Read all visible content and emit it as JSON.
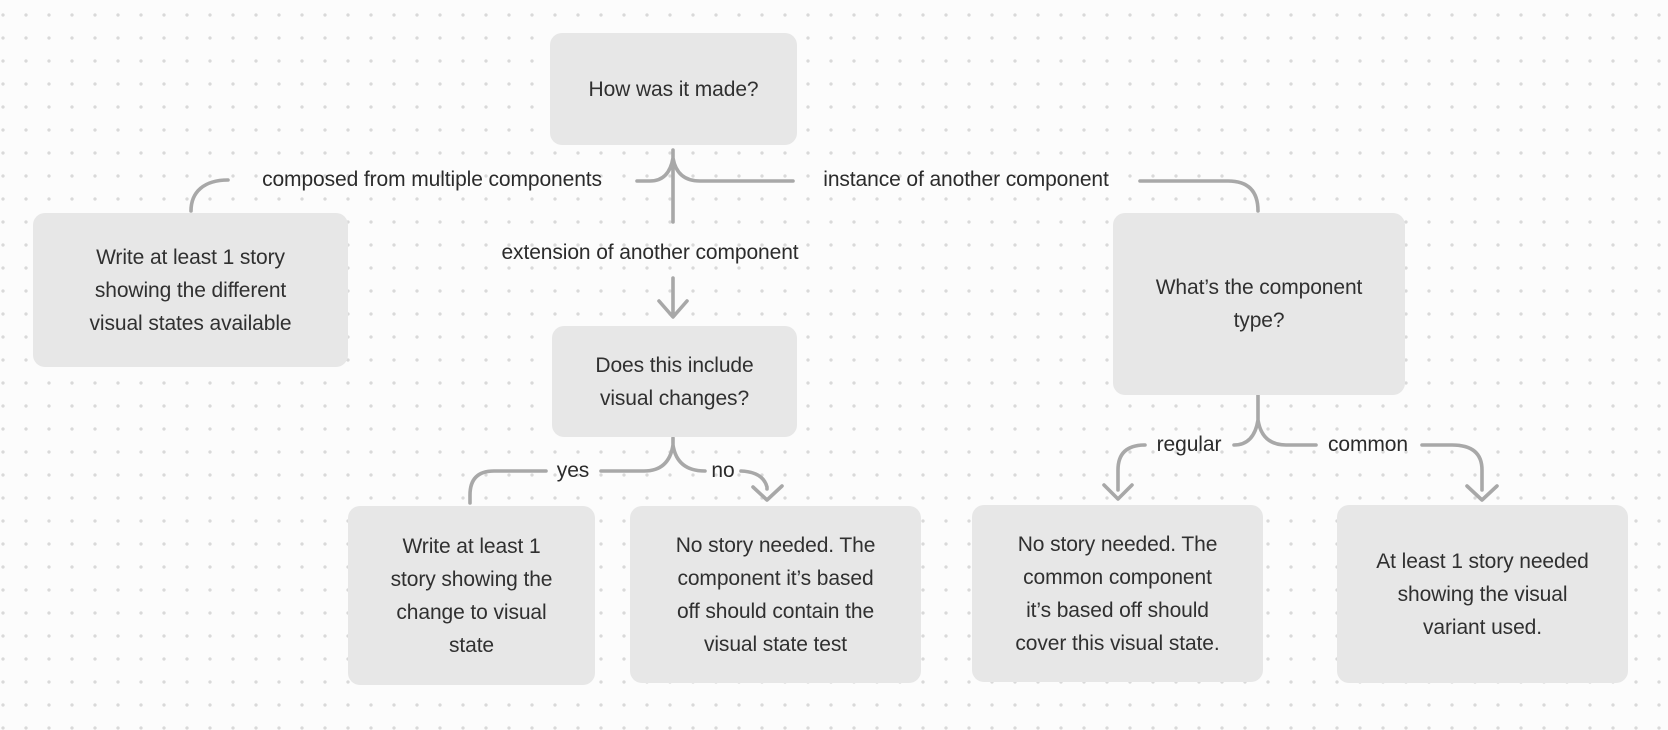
{
  "diagram": {
    "title_node": "How was it made?",
    "colors": {
      "background": "#fcfcfc",
      "dot_grid": "#d9d9d9",
      "node_fill": "#e7e7e7",
      "connector": "#a8a8a8",
      "node_text": "#303030",
      "label_text": "#2b2b2b"
    },
    "nodes": {
      "how_made": {
        "lines": [
          "How was it made?"
        ]
      },
      "visual_states": {
        "lines": [
          "Write at least 1 story",
          "showing the different",
          "visual states available"
        ]
      },
      "visual_changes": {
        "lines": [
          "Does this include",
          "visual changes?"
        ]
      },
      "component_type": {
        "lines": [
          "What’s the component",
          "type?"
        ]
      },
      "write_change": {
        "lines": [
          "Write at least 1",
          "story showing the",
          "change to visual",
          "state"
        ]
      },
      "no_story_base": {
        "lines": [
          "No story needed. The",
          "component it’s based",
          "off should contain the",
          "visual state test"
        ]
      },
      "no_story_common": {
        "lines": [
          "No story needed. The",
          "common component",
          "it’s based off should",
          "cover this visual state."
        ]
      },
      "variant_story": {
        "lines": [
          "At least 1 story needed",
          "showing the visual",
          "variant used."
        ]
      }
    },
    "edge_labels": {
      "composed": "composed from multiple components",
      "instance": "instance of another component",
      "extension": "extension of another component",
      "yes": "yes",
      "no": "no",
      "regular": "regular",
      "common": "common"
    }
  }
}
